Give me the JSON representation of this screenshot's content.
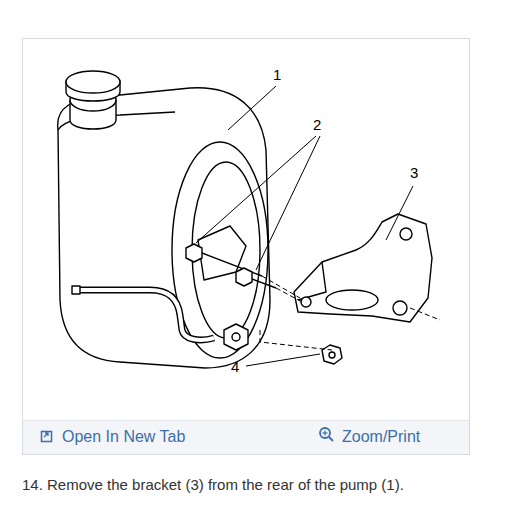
{
  "diagram": {
    "caption": "14. Remove the bracket (3) from the rear of the pump (1).",
    "labels": [
      "1",
      "2",
      "3",
      "4",
      "Open In New Tab",
      "Zoom/Print"
    ]
  }
}
